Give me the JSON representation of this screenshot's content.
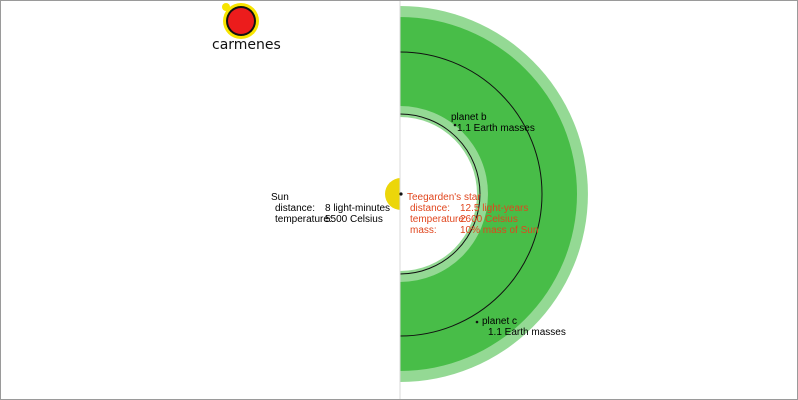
{
  "logo": {
    "text": "carmenes"
  },
  "sun": {
    "name": "Sun",
    "rows": [
      {
        "key": "distance:",
        "value": "8 light-minutes"
      },
      {
        "key": "temperature:",
        "value": "5500 Celsius"
      }
    ]
  },
  "star": {
    "name": "Teegarden's star",
    "rows": [
      {
        "key": "distance:",
        "value": "12.5 light-years"
      },
      {
        "key": "temperature:",
        "value": "2600 Celsius"
      },
      {
        "key": "mass:",
        "value": "10% mass of Sun"
      }
    ]
  },
  "planets": [
    {
      "name": "planet b",
      "mass": "1.1 Earth masses"
    },
    {
      "name": "planet c",
      "mass": "1.1 Earth masses"
    }
  ],
  "colors": {
    "habitable_zone": "#48bd48",
    "habitable_zone_outer": "#94d994",
    "sun": "#ecd60a",
    "star_text": "#e0461e",
    "logo_red": "#ec1c1c",
    "logo_yellow": "#f7e400"
  }
}
